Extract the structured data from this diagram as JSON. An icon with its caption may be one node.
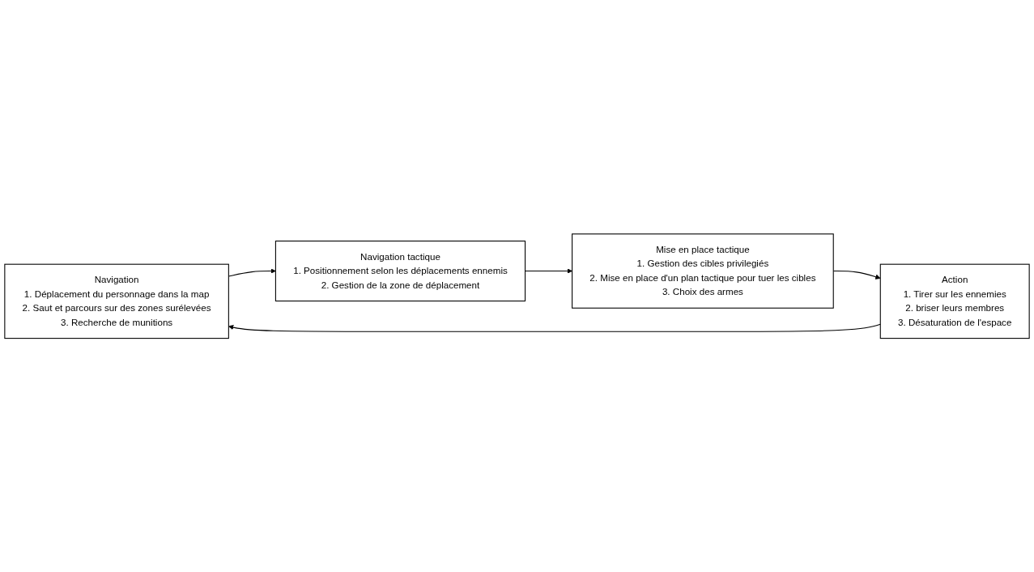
{
  "diagram": {
    "nodes": [
      {
        "text": [
          "Navigation",
          "1. Déplacement du personnage dans la map",
          "2. Saut et parcours sur des zones surélevées",
          "3. Recherche de munitions"
        ]
      },
      {
        "text": [
          "Navigation tactique",
          "1. Positionnement selon les déplacements ennemis",
          "2. Gestion de la zone de déplacement"
        ]
      },
      {
        "text": [
          "Mise en place tactique",
          "1. Gestion des cibles privilegiés",
          "2. Mise en place d'un plan tactique pour tuer les cibles",
          "3. Choix des armes"
        ]
      },
      {
        "text": [
          "Action",
          "1. Tirer sur les ennemies",
          "2. briser leurs membres",
          "3. Désaturation de l'espace"
        ]
      }
    ],
    "edges": [
      {
        "from": 0,
        "to": 1,
        "arrow": "to"
      },
      {
        "from": 1,
        "to": 2,
        "arrow": "to"
      },
      {
        "from": 2,
        "to": 3,
        "arrow": "to"
      },
      {
        "from": 3,
        "to": 0,
        "arrow": "to"
      }
    ]
  }
}
